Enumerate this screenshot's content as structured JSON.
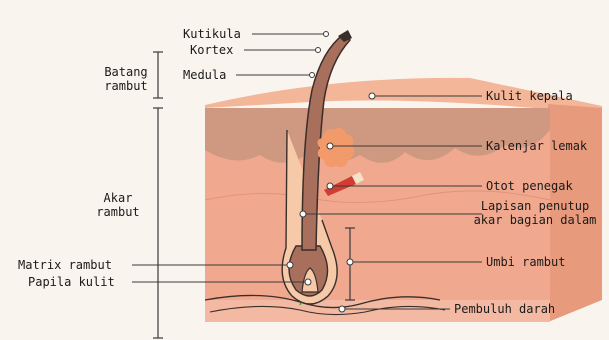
{
  "labels": {
    "kutikula": "Kutikula",
    "kortex": "Kortex",
    "medula": "Medula",
    "batang_rambut": [
      "Batang",
      "rambut"
    ],
    "akar_rambut": [
      "Akar",
      "rambut"
    ],
    "matrix_rambut": "Matrix rambut",
    "papila_kulit": "Papila kulit",
    "kulit_kepala": "Kulit kepala",
    "kalenjar_lemak": "Kalenjar lemak",
    "otot_penegak": "Otot penegak",
    "lapisan_penutup": [
      "Lapisan penutup",
      "akar bagian dalam"
    ],
    "umbi_rambut": "Umbi rambut",
    "pembuluh_darah": "Pembuluh darah"
  },
  "colors": {
    "background": "#faf4ee",
    "skin_top": "#f4b698",
    "skin_front_upper": "#cf9880",
    "skin_front_lower": "#f0a98f",
    "skin_side": "#e89a7c",
    "hair_shaft": "#a86f5c",
    "hair_outline": "#3a2e2a",
    "sebaceous_gland": "#f29a6a",
    "muscle": "#d23c32",
    "leader_line": "#3a3a3a"
  }
}
